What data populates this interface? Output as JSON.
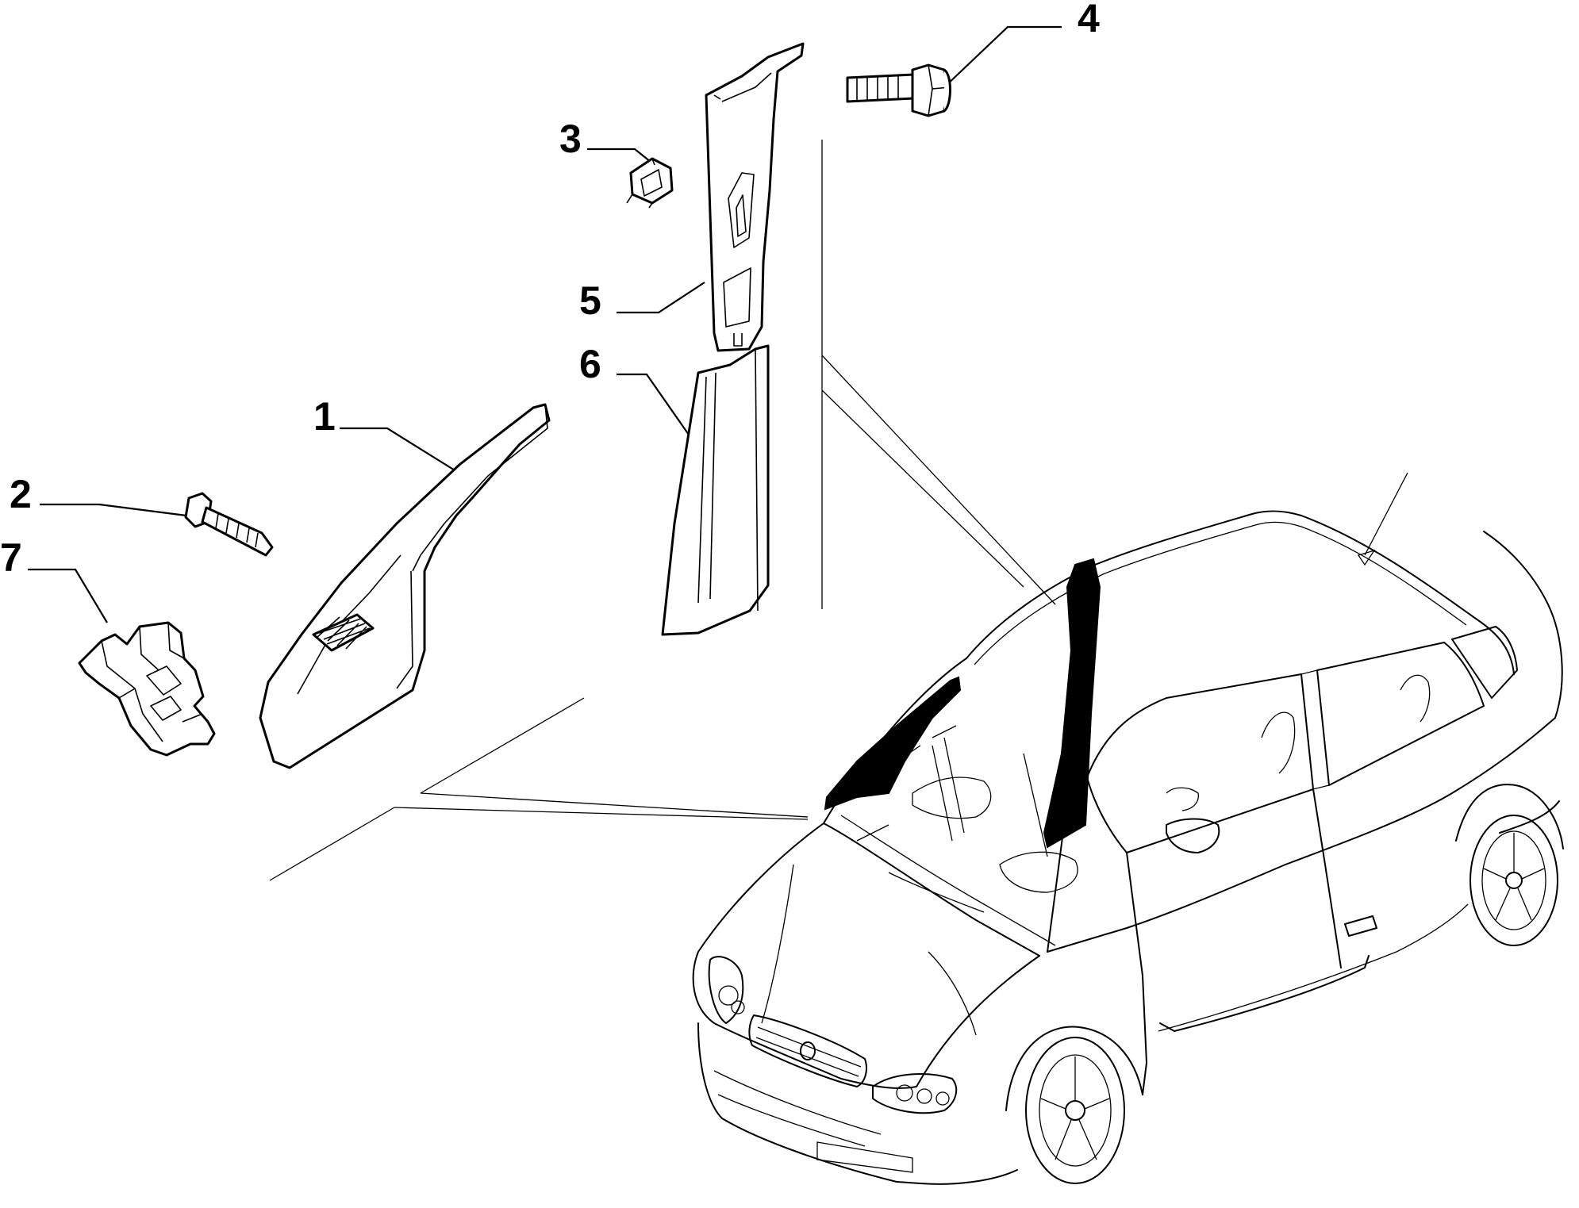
{
  "callouts": [
    {
      "id": "1",
      "label": "1"
    },
    {
      "id": "2",
      "label": "2"
    },
    {
      "id": "3",
      "label": "3"
    },
    {
      "id": "4",
      "label": "4"
    },
    {
      "id": "5",
      "label": "5"
    },
    {
      "id": "6",
      "label": "6"
    },
    {
      "id": "7",
      "label": "7"
    }
  ],
  "colors": {
    "line": "#000000",
    "background": "#ffffff",
    "highlight": "#000000"
  }
}
